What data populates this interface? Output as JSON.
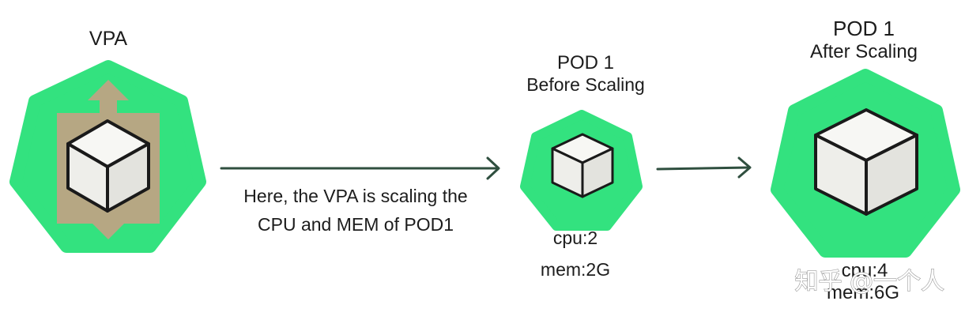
{
  "vpa": {
    "title": "VPA"
  },
  "arrow_caption": {
    "line1": "Here, the VPA is scaling the",
    "line2": "CPU and MEM of POD1"
  },
  "pod_before": {
    "title": "POD 1",
    "subtitle": "Before Scaling",
    "cpu": "cpu:2",
    "mem": "mem:2G"
  },
  "pod_after": {
    "title": "POD 1",
    "subtitle": "After Scaling",
    "cpu": "cpu:4",
    "mem": "mem:6G"
  },
  "watermark": {
    "text": "知乎 @一个人"
  },
  "colors": {
    "heptagon_green": "#33e27f",
    "vpa_panel": "#b6a783",
    "arrow": "#2f4f3f",
    "cube_face_top": "#f7f7f4",
    "cube_face_left": "#eeeeea",
    "cube_face_right": "#e3e3de",
    "cube_stroke": "#1a1a1a"
  }
}
